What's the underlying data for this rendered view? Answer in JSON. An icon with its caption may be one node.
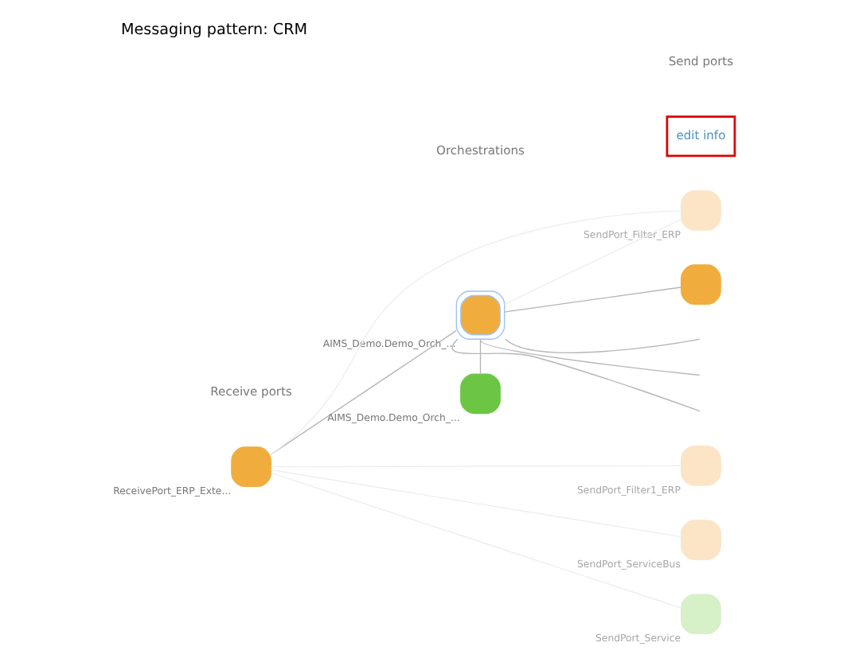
{
  "diagram": {
    "title": "Messaging pattern: CRM",
    "nodes": [
      {
        "text": [
          "ReceivePort_ERP_Exte..."
        ]
      },
      {
        "text": [
          "AIMS_Demo.Demo_Orch_..."
        ]
      },
      {
        "text": [
          "AIMS_Demo.Demo_Orch_..."
        ]
      },
      {
        "text": [
          "SendPort_Filter_ERP"
        ]
      },
      {
        "text": [
          "SendPort_Filter1_ERP"
        ]
      },
      {
        "text": [
          "SendPort_ServiceBus"
        ]
      },
      {
        "text": [
          "SendPort_Service"
        ]
      },
      {
        "text": [],
        "shape": "box"
      }
    ],
    "edges": [
      {
        "from": 0,
        "to": 1,
        "arrow": "none"
      },
      {
        "from": 0,
        "to": 3,
        "arrow": "none",
        "color": "#eeeeee"
      },
      {
        "from": 0,
        "to": 4,
        "arrow": "none",
        "color": "#eeeeee"
      },
      {
        "from": 0,
        "to": 5,
        "arrow": "none",
        "color": "#eeeeee"
      },
      {
        "from": 0,
        "to": 6,
        "arrow": "none",
        "color": "#eeeeee"
      },
      {
        "from": 1,
        "to": 3,
        "arrow": "none",
        "color": "#eeeeee"
      },
      {
        "from": 1,
        "to": 2,
        "arrow": "none"
      },
      {
        "from": 1,
        "to": 7,
        "arrow": "none"
      },
      {
        "from": 1,
        "to": null,
        "arrow": "none"
      },
      {
        "from": 1,
        "to": null,
        "arrow": "none"
      },
      {
        "from": 1,
        "to": null,
        "arrow": "none"
      }
    ],
    "labels": [
      "edit info",
      "Receive ports",
      "Orchestrations",
      "Send ports"
    ]
  }
}
